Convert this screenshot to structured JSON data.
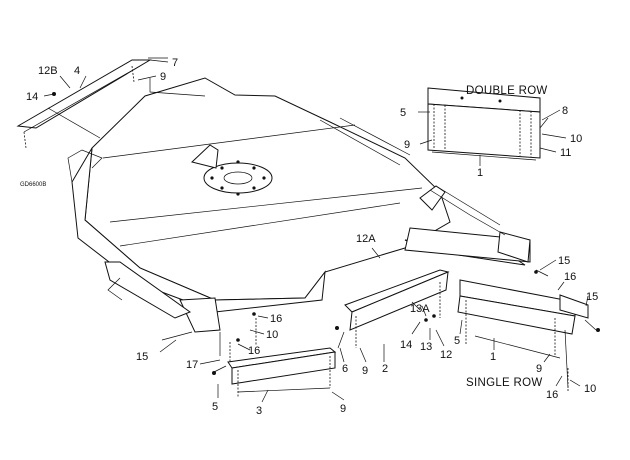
{
  "diagram": {
    "figure_code": "GD6600B",
    "captions": {
      "double_row": "DOUBLE ROW",
      "single_row": "SINGLE ROW"
    },
    "callouts": {
      "c12b": "12B",
      "c4": "4",
      "c7": "7",
      "c9a": "9",
      "c14a": "14",
      "c5a": "5",
      "c8": "8",
      "c10a": "10",
      "c9b": "9",
      "c11": "11",
      "c1a": "1",
      "c12a": "12A",
      "c15a": "15",
      "c16a": "16",
      "c15b": "15",
      "c16b": "16",
      "c10b": "10",
      "c16c": "16",
      "c15c": "15",
      "c17": "17",
      "c13a": "13A",
      "c14b": "14",
      "c13": "13",
      "c12": "12",
      "c6": "6",
      "c9c": "9",
      "c2": "2",
      "c5b": "5",
      "c1b": "1",
      "c9d": "9",
      "c5c": "5",
      "c3": "3",
      "c9e": "9",
      "c16d": "16",
      "c10c": "10"
    }
  }
}
